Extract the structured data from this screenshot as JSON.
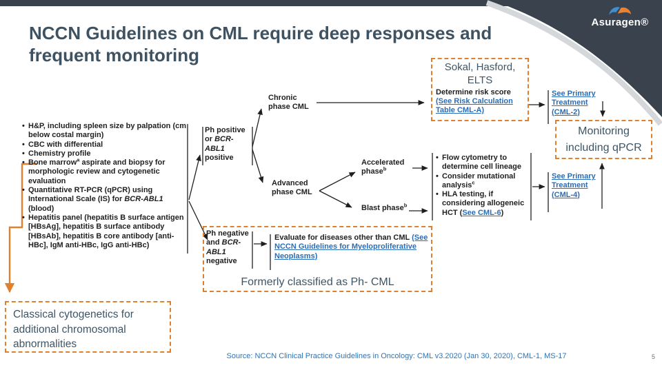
{
  "slide": {
    "title": "NCCN Guidelines on CML require deep responses and frequent monitoring",
    "page_number": "5",
    "source": "Source: NCCN Clinical Practice Guidelines in Oncology: CML v3.2020 (Jan 30, 2020), CML-1, MS-17",
    "brand": "Asuragen®"
  },
  "colors": {
    "slate_text": "#3d5565",
    "title_text": "#3e5262",
    "orange_accent": "#e0802d",
    "link_blue": "#2a6db6",
    "source_blue": "#2e74b8",
    "corner_dark": "#39424d",
    "corner_gray_band": "#d5d8da",
    "flow_text": "#1f1f1f",
    "logo_blue": "#3f8fd2",
    "logo_orange": "#f0812c"
  },
  "workup": {
    "bullets": [
      [
        {
          "t": "H&P, including spleen size by palpation (cm below costal margin)"
        }
      ],
      [
        {
          "t": "CBC with differential"
        }
      ],
      [
        {
          "t": "Chemistry profile"
        }
      ],
      [
        {
          "t": "Bone marrow"
        },
        {
          "t": "a",
          "sup": true
        },
        {
          "t": " aspirate and biopsy for morphologic review and cytogenetic evaluation"
        }
      ],
      [
        {
          "t": "Quantitative RT-PCR (qPCR) using International Scale (IS) for "
        },
        {
          "t": "BCR-ABL1",
          "i": true
        },
        {
          "t": " (blood)"
        }
      ],
      [
        {
          "t": "Hepatitis panel (hepatitis B surface antigen [HBsAg], hepatitis B surface antibody [HBsAb], hepatitis B core antibody [anti-HBc], IgM anti-HBc, IgG anti-HBc)"
        }
      ]
    ]
  },
  "flow": {
    "ph_positive": [
      {
        "t": "Ph positive or "
      },
      {
        "t": "BCR-ABL1",
        "i": true
      },
      {
        "t": " positive"
      }
    ],
    "ph_negative": [
      {
        "t": "Ph negative and "
      },
      {
        "t": "BCR-ABL1",
        "i": true
      },
      {
        "t": " negative"
      }
    ],
    "chronic": "Chronic phase CML",
    "advanced": "Advanced phase CML",
    "accelerated": [
      {
        "t": "Accelerated phase"
      },
      {
        "t": "b",
        "sup": true
      }
    ],
    "blast": [
      {
        "t": "Blast phase"
      },
      {
        "t": "b",
        "sup": true
      }
    ],
    "risk_box": {
      "heading": "Sokal, Hasford, ELTS",
      "sub": "Determine risk score",
      "link": [
        {
          "t": "(See Risk Calculation Table CML-A)",
          "link": true,
          "name": "risk-calculation-table-cml-a-link"
        }
      ]
    },
    "see_primary_cml2": [
      {
        "t": "See Primary Treatment (CML-2)",
        "link": true,
        "name": "see-primary-treatment-cml-2-link"
      }
    ],
    "see_primary_cml4": [
      {
        "t": "See Primary Treatment (CML-4)",
        "link": true,
        "name": "see-primary-treatment-cml-4-link"
      }
    ],
    "advanced_workup": [
      [
        {
          "t": "Flow cytometry to determine cell lineage"
        }
      ],
      [
        {
          "t": "Consider mutational analysis"
        },
        {
          "t": "c",
          "sup": true
        }
      ],
      [
        {
          "t": "HLA testing, if considering allogeneic HCT ("
        },
        {
          "t": "See CML-6",
          "link": true,
          "name": "see-cml-6-link"
        },
        {
          "t": ")"
        }
      ]
    ],
    "evaluate": [
      {
        "t": "Evaluate for diseases other than CML "
      },
      {
        "t": "(See NCCN Guidelines for Myeloproliferative Neoplasms)",
        "link": true,
        "name": "nccn-mpn-guidelines-link"
      }
    ],
    "monitoring": "Monitoring including qPCR",
    "formerly": "Formerly classified as Ph- CML",
    "classical": "Classical cytogenetics for additional chromosomal abnormalities"
  }
}
